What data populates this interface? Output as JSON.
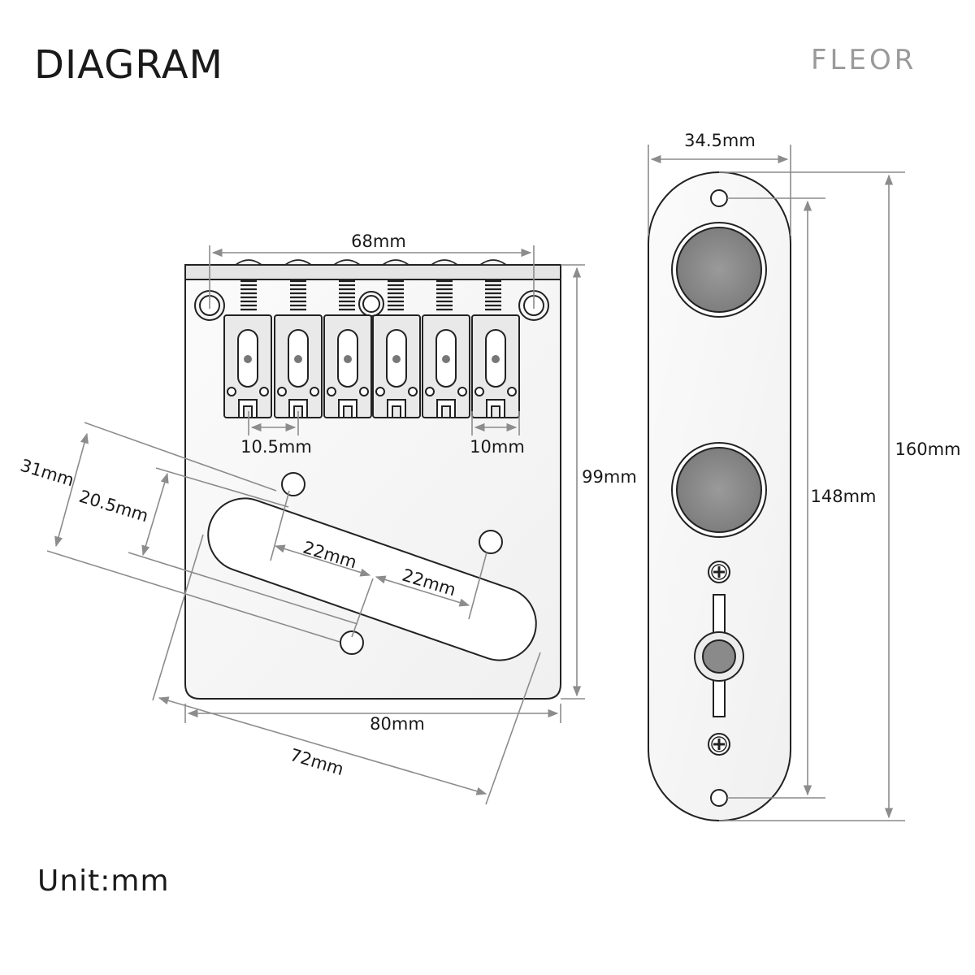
{
  "title": "DIAGRAM",
  "brand": "FLEOR",
  "unit_label": "Unit:mm",
  "bridge": {
    "dims": {
      "saddle_span": "68mm",
      "height": "99mm",
      "width": "80mm",
      "saddle_spacing": "10.5mm",
      "saddle_width": "10mm",
      "pickup_length": "72mm",
      "pickup_outer": "31mm",
      "pickup_inner": "20.5mm",
      "hole_spacing_1": "22mm",
      "hole_spacing_2": "22mm"
    }
  },
  "control_plate": {
    "dims": {
      "width": "34.5mm",
      "length": "160mm",
      "hole_spacing": "148mm"
    }
  }
}
